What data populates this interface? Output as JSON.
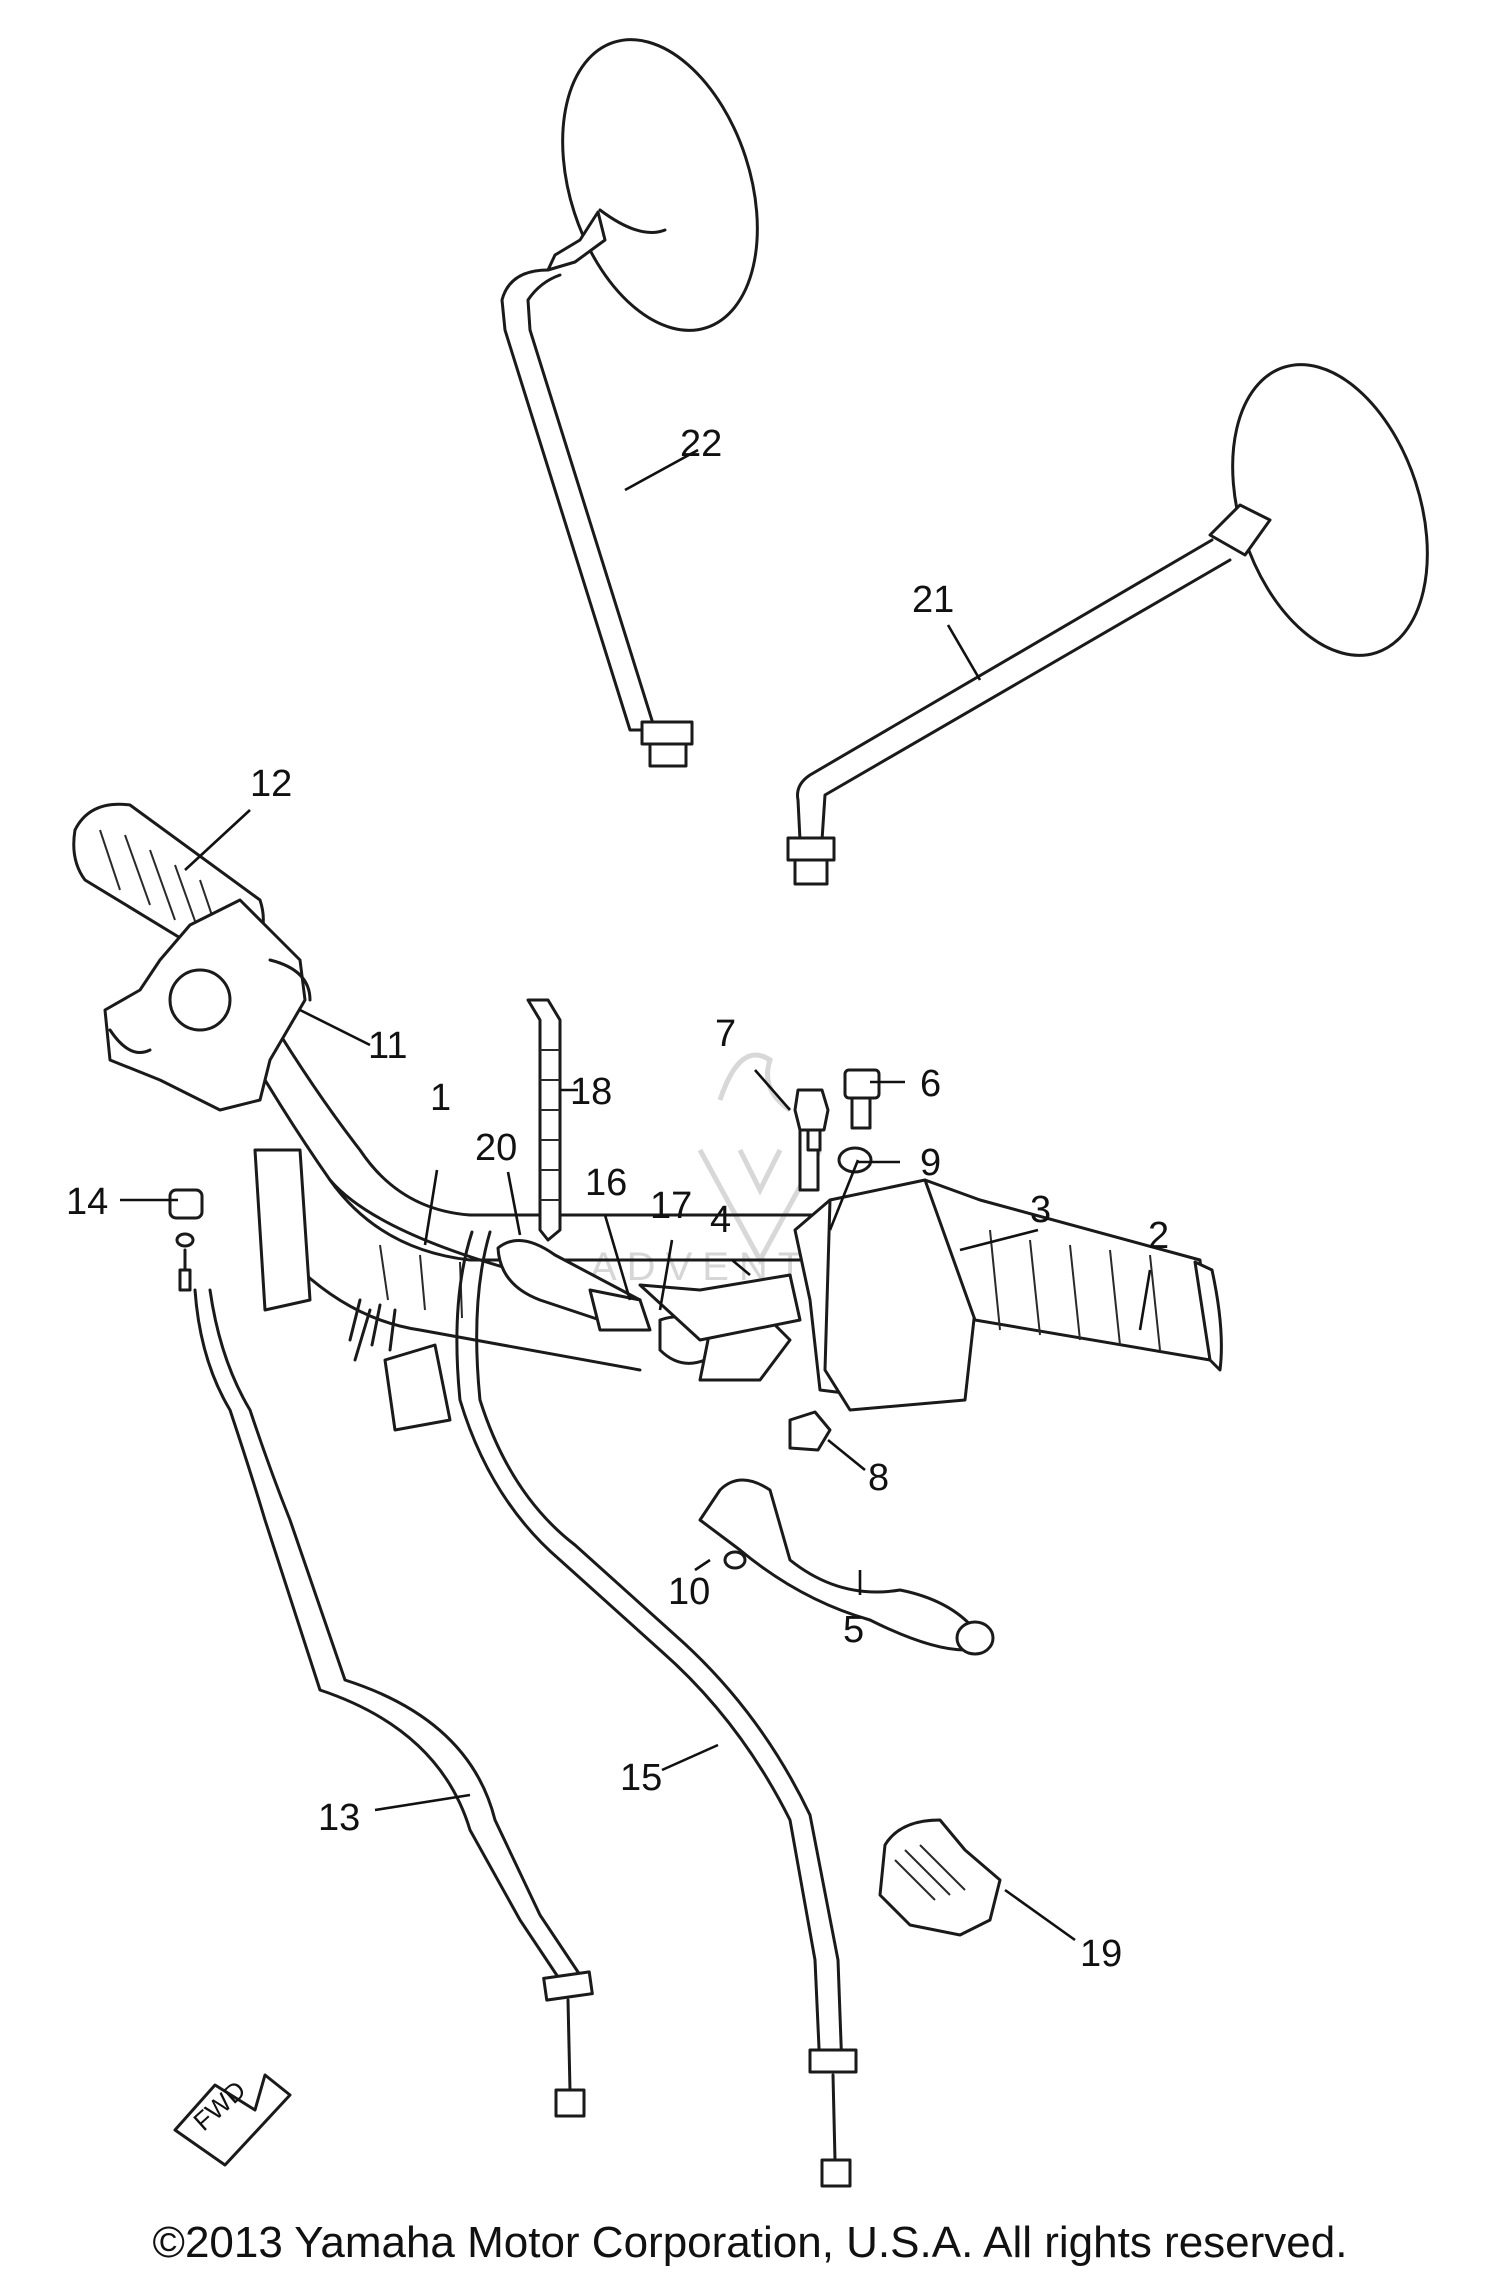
{
  "callouts": [
    "1",
    "2",
    "3",
    "4",
    "5",
    "6",
    "7",
    "8",
    "9",
    "10",
    "11",
    "12",
    "13",
    "14",
    "15",
    "16",
    "17",
    "18",
    "19",
    "20",
    "21",
    "22"
  ],
  "fwd_label": "FWD",
  "watermark_text": "ADVENTURE",
  "copyright": "©2013 Yamaha Motor Corporation, U.S.A. All rights reserved."
}
